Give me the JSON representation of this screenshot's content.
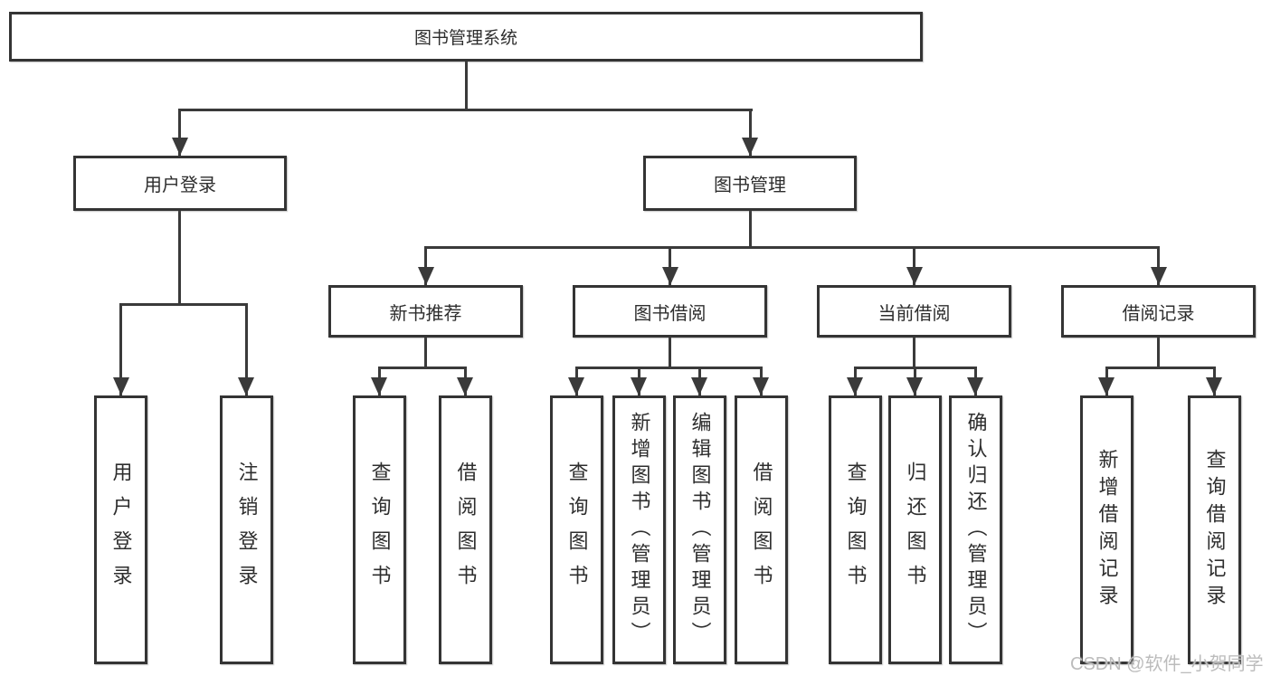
{
  "diagram": {
    "root_label": "图书管理系统",
    "level2": [
      {
        "label": "用户登录"
      },
      {
        "label": "图书管理"
      }
    ],
    "level3": [
      {
        "label": "新书推荐"
      },
      {
        "label": "图书借阅"
      },
      {
        "label": "当前借阅"
      },
      {
        "label": "借阅记录"
      }
    ],
    "leaves": {
      "login": [
        "用户登录",
        "注销登录"
      ],
      "recommend": [
        "查询图书",
        "借阅图书"
      ],
      "borrow": [
        "查询图书",
        "新增图书（管理员）",
        "编辑图书（管理员）",
        "借阅图书"
      ],
      "current": [
        "查询图书",
        "归还图书",
        "确认归还（管理员）"
      ],
      "records": [
        "新增借阅记录",
        "查询借阅记录"
      ]
    },
    "line_color": "#3a3a3a"
  },
  "watermark": "CSDN @软件_小贺同学"
}
